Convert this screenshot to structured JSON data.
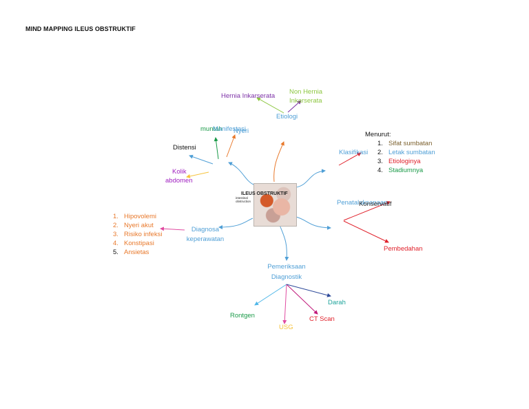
{
  "title": "MIND MAPPING ILEUS OBSTRUKTIF",
  "center": {
    "title": "ILEUS OBSTRUKTIF",
    "subtitle_lines": [
      "intestinal",
      "obstruction"
    ]
  },
  "colors": {
    "blue": "#4f9fd6",
    "orange": "#e8782a",
    "red": "#e0202a",
    "purple": "#7b2fa6",
    "green_light": "#8cc63f",
    "green": "#1a9a48",
    "olive": "#7a5e2a",
    "pink": "#e04aa0",
    "magenta": "#c0187a",
    "yellow": "#f6c23a",
    "navy": "#2e4a9a",
    "teal": "#1ca39a"
  },
  "nodes": {
    "etiologi": "Etiologi",
    "hernia_inkarserata": "Hernia Inkarserata",
    "non_hernia_line1": "Non Hernia",
    "non_hernia_line2": "Inkarserata",
    "muntah": "muntah",
    "manifestasi": "Manifestasi",
    "nyeri": "Nyeri",
    "distensi": "Distensi",
    "kolik_line1": "Kolik",
    "kolik_line2": "abdomen",
    "klasifikasi": "Klasifikasi",
    "menurut": "Menurut:",
    "penatalaksanaan": "Penatalaksanaan",
    "konservatif": "Konservatif",
    "pembedahan": "Pembedahan",
    "diagnosa_line1": "Diagnosa",
    "diagnosa_line2": "keperawatan",
    "pemeriksaan_line1": "Pemeriksaan",
    "pemeriksaan_line2": "Diagnostik",
    "darah": "Darah",
    "rontgen": "Rontgen",
    "ct_scan": "CT Scan",
    "usg": "USG"
  },
  "menurut_list": [
    {
      "num": "1.",
      "text": "Sifat sumbatan",
      "color": "olive"
    },
    {
      "num": "2.",
      "text": "Letak sumbatan",
      "color": "blue"
    },
    {
      "num": "3.",
      "text": "Etiologinya",
      "color": "red"
    },
    {
      "num": "4.",
      "text": "Stadiumnya",
      "color": "green"
    }
  ],
  "diagnosa_list": [
    {
      "num": "1.",
      "text": "Hipovolemi"
    },
    {
      "num": "2.",
      "text": "Nyeri akut"
    },
    {
      "num": "3.",
      "text": "Risiko infeksi"
    },
    {
      "num": "4.",
      "text": "Konstipasi"
    },
    {
      "num": "5.",
      "text": "Ansietas"
    }
  ]
}
